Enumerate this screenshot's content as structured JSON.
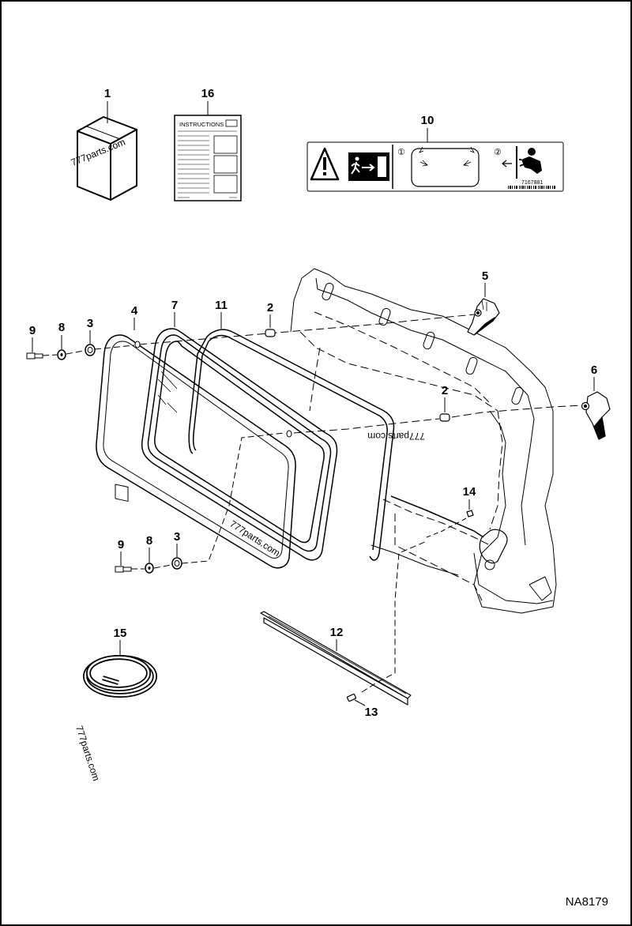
{
  "figure_id": "NA8179",
  "watermark": "777parts.com",
  "callouts": {
    "c1": "1",
    "c16": "16",
    "c10": "10",
    "c5": "5",
    "c6": "6",
    "c9a": "9",
    "c8a": "8",
    "c3a": "3",
    "c4": "4",
    "c7": "7",
    "c11": "11",
    "c2a": "2",
    "c2b": "2",
    "c14": "14",
    "c9b": "9",
    "c8b": "8",
    "c3b": "3",
    "c15": "15",
    "c12": "12",
    "c13": "13"
  },
  "instructions_sheet": {
    "title": "INSTRUCTIONS"
  },
  "decal": {
    "step1": "①",
    "step2": "②",
    "part_number": "7167881"
  }
}
